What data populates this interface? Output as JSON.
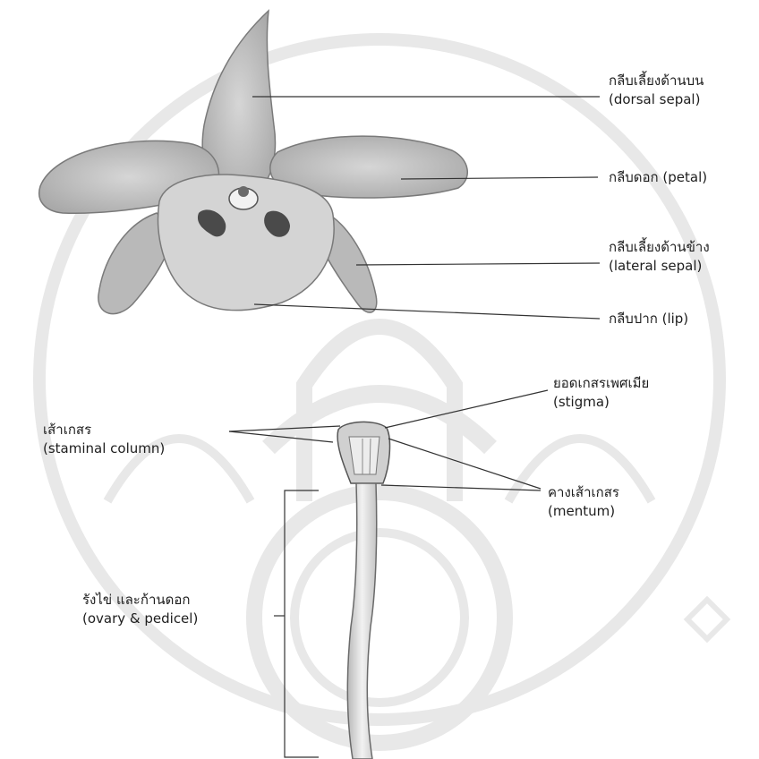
{
  "labels": {
    "dorsal_sepal": {
      "thai": "กลีบเลี้ยงด้านบน",
      "en": "(dorsal sepal)"
    },
    "petal": {
      "text": "กลีบดอก (petal)"
    },
    "lateral_sepal": {
      "thai": "กลีบเลี้ยงด้านข้าง",
      "en": "(lateral sepal)"
    },
    "lip": {
      "text": "กลีบปาก (lip)"
    },
    "stigma": {
      "thai": "ยอดเกสรเพศเมีย",
      "en": "(stigma)"
    },
    "staminal_column": {
      "thai": "เส้าเกสร",
      "en": "(staminal column)"
    },
    "mentum": {
      "thai": "คางเส้าเกสร",
      "en": "(mentum)"
    },
    "ovary_pedicel": {
      "thai": "รังไข่ และก้านดอก",
      "en": "(ovary & pedicel)"
    }
  },
  "colors": {
    "flower_fill": "#c9c9c9",
    "flower_shade": "#9a9a9a",
    "leader_line": "#333333",
    "watermark": "#e6e6e6"
  }
}
